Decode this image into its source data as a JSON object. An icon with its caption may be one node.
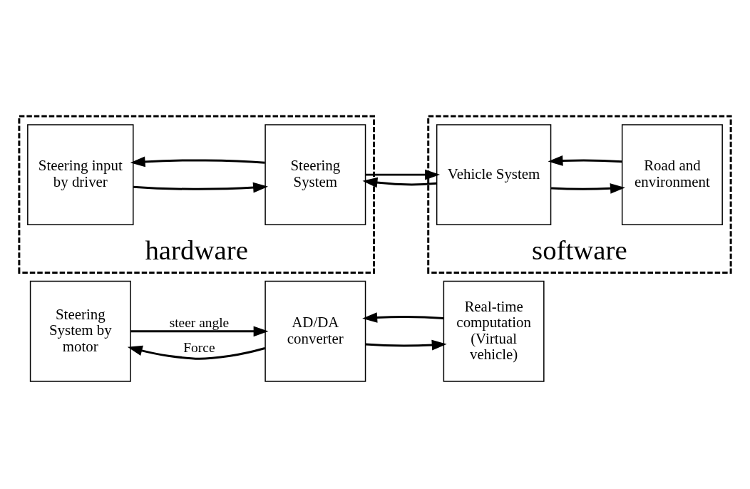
{
  "diagram": {
    "nodes": [
      {
        "text": [
          "Steering System by motor"
        ]
      },
      {
        "text": [
          "AD/DA converter"
        ]
      },
      {
        "text": [
          "Real-time computation (Virtual vehicle)"
        ]
      },
      {
        "text": [
          "hardware"
        ]
      },
      {
        "text": [
          "Steering input by driver"
        ],
        "in": 3
      },
      {
        "text": [
          "Steering System"
        ],
        "in": 3
      },
      {
        "text": [
          "software"
        ]
      },
      {
        "text": [
          "Vehicle System"
        ],
        "in": 6
      },
      {
        "text": [
          "Road and environment"
        ],
        "in": 6
      }
    ],
    "edges": [
      {
        "from": 0,
        "to": 1,
        "arrow": "to",
        "label": "steer angle"
      },
      {
        "from": 1,
        "to": 0,
        "arrow": "to",
        "label": "Force"
      },
      {
        "from": 1,
        "to": 2,
        "arrow": "to"
      },
      {
        "from": 2,
        "to": 1,
        "arrow": "to"
      },
      {
        "from": 4,
        "to": 5,
        "arrow": "to"
      },
      {
        "from": 5,
        "to": 4,
        "arrow": "to"
      },
      {
        "from": 5,
        "to": 7,
        "arrow": "to"
      },
      {
        "from": 7,
        "to": 5,
        "arrow": "to"
      },
      {
        "from": 7,
        "to": 8,
        "arrow": "to"
      },
      {
        "from": 8,
        "to": 7,
        "arrow": "to"
      }
    ]
  }
}
